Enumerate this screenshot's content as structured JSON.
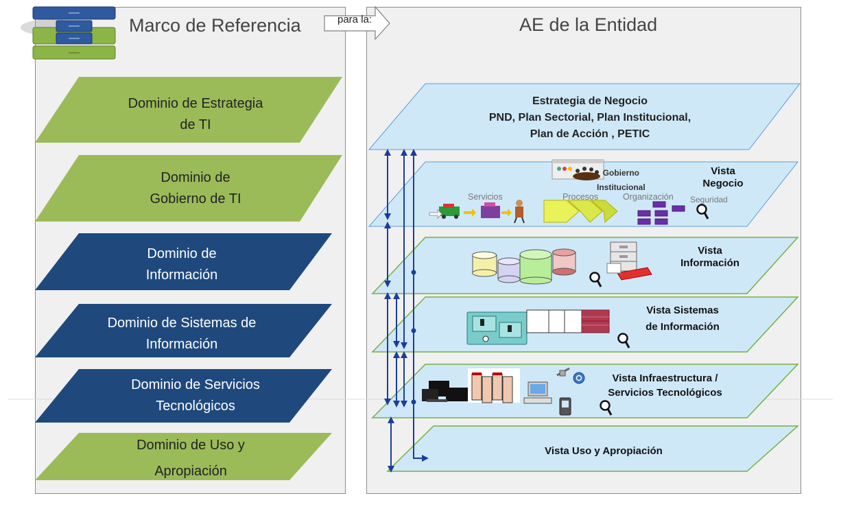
{
  "left_panel": {
    "title": "Marco de Referencia"
  },
  "connector": {
    "label": "para la:"
  },
  "right_panel": {
    "title": "AE de la Entidad"
  },
  "domains": [
    {
      "line1": "Dominio de Estrategia",
      "line2": "de TI",
      "color": "#9bbb59"
    },
    {
      "line1": "Dominio de",
      "line2": "Gobierno de TI",
      "color": "#9bbb59"
    },
    {
      "line1": "Dominio de",
      "line2": "Información",
      "color": "#1f497d"
    },
    {
      "line1": "Dominio de Sistemas de",
      "line2": "Información",
      "color": "#1f497d"
    },
    {
      "line1": "Dominio de Servicios",
      "line2": "Tecnológicos",
      "color": "#1f497d"
    },
    {
      "line1": "Dominio de Uso y",
      "line2": "Apropiación",
      "color": "#9bbb59"
    }
  ],
  "layers": {
    "estrategia": {
      "line1": "Estrategia de Negocio",
      "line2": "PND, Plan Sectorial, Plan Institucional,",
      "line3": "Plan de Acción , PETIC"
    },
    "negocio": {
      "gobierno_line1": "Gobierno",
      "gobierno_line2": "Institucional",
      "vista_line1": "Vista",
      "vista_line2": "Negocio",
      "servicios": "Servicios",
      "procesos": "Procesos",
      "organizacion": "Organización",
      "seguridad": "Seguridad"
    },
    "informacion": {
      "line1": "Vista",
      "line2": "Información"
    },
    "sistemas": {
      "line1": "Vista Sistemas",
      "line2": "de Información"
    },
    "infraestructura": {
      "line1": "Vista Infraestructura /",
      "line2": "Servicios Tecnológicos"
    },
    "uso": {
      "label": "Vista Uso y Apropiación"
    }
  },
  "colors": {
    "green_domain": "#9bbb59",
    "blue_domain": "#1f497d",
    "layer_fill": "#cfe8f8",
    "layer_border": "#76b042",
    "arrow": "#1b3d9a"
  }
}
